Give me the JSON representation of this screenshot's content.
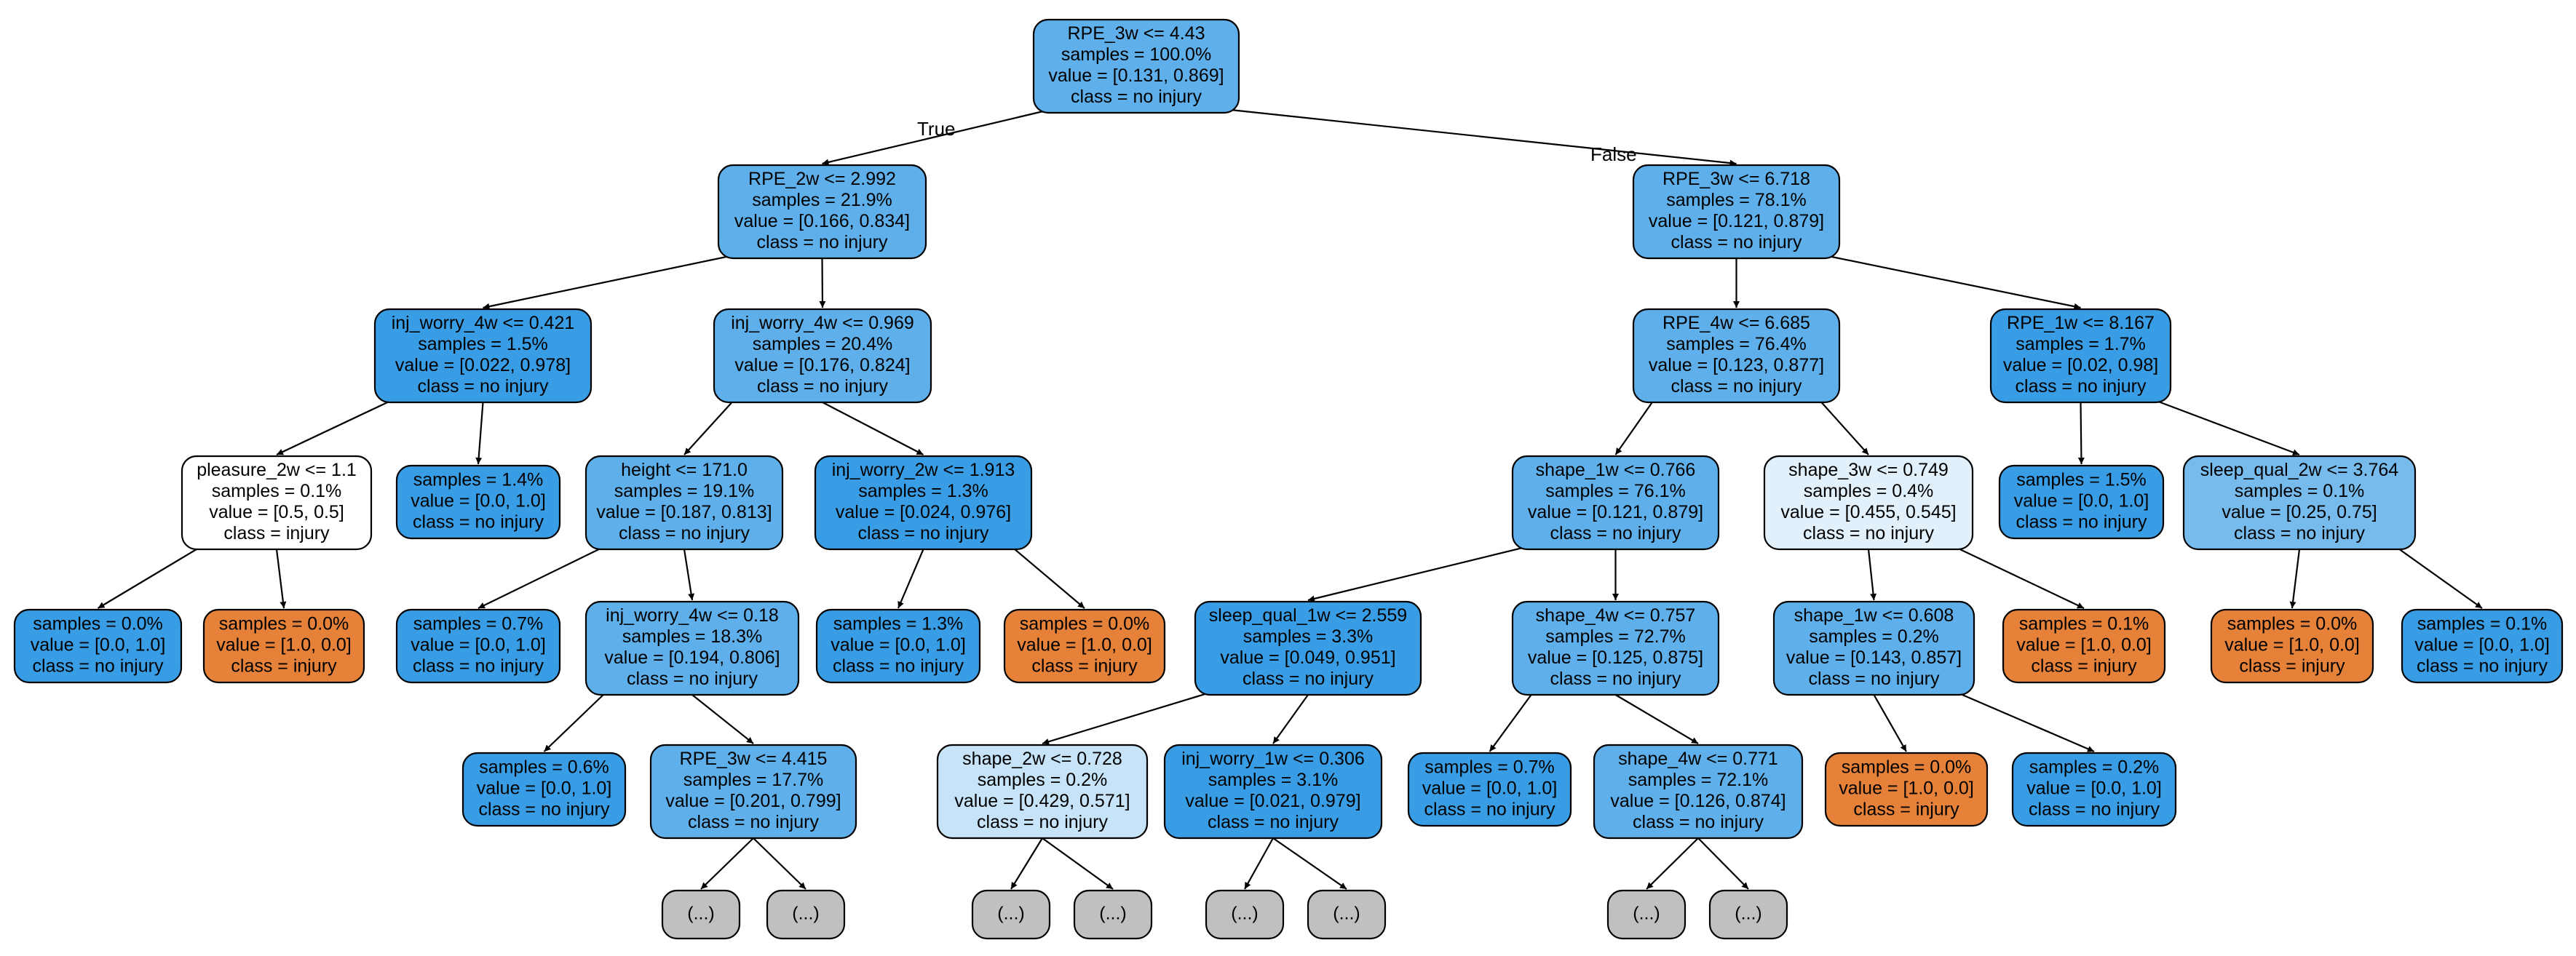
{
  "colors": {
    "no_injury_strong": "#399de5",
    "no_injury_mid": "#5eafea",
    "no_injury_light": "#77bbed",
    "no_injury_pale": "#c6e3f7",
    "no_injury_faint": "#e1f0fb",
    "injury": "#e58139",
    "neutral": "#ffffff",
    "truncated": "#c0c0c0"
  },
  "edge_labels": {
    "true_label": "True",
    "false_label": "False"
  },
  "nodes": [
    {
      "id": "n0",
      "lines": [
        "RPE_3w <= 4.43",
        "samples = 100.0%",
        "value = [0.131, 0.869]",
        "class = no injury"
      ],
      "fill": "no_injury_mid"
    },
    {
      "id": "n1",
      "lines": [
        "RPE_2w <= 2.992",
        "samples = 21.9%",
        "value = [0.166, 0.834]",
        "class = no injury"
      ],
      "fill": "no_injury_mid"
    },
    {
      "id": "n2",
      "lines": [
        "RPE_3w <= 6.718",
        "samples = 78.1%",
        "value = [0.121, 0.879]",
        "class = no injury"
      ],
      "fill": "no_injury_mid"
    },
    {
      "id": "n3",
      "lines": [
        "inj_worry_4w <= 0.421",
        "samples = 1.5%",
        "value = [0.022, 0.978]",
        "class = no injury"
      ],
      "fill": "no_injury_strong"
    },
    {
      "id": "n4",
      "lines": [
        "inj_worry_4w <= 0.969",
        "samples = 20.4%",
        "value = [0.176, 0.824]",
        "class = no injury"
      ],
      "fill": "no_injury_mid"
    },
    {
      "id": "n5",
      "lines": [
        "RPE_4w <= 6.685",
        "samples = 76.4%",
        "value = [0.123, 0.877]",
        "class = no injury"
      ],
      "fill": "no_injury_mid"
    },
    {
      "id": "n6",
      "lines": [
        "RPE_1w <= 8.167",
        "samples = 1.7%",
        "value = [0.02, 0.98]",
        "class = no injury"
      ],
      "fill": "no_injury_strong"
    },
    {
      "id": "n7",
      "lines": [
        "pleasure_2w <= 1.1",
        "samples = 0.1%",
        "value = [0.5, 0.5]",
        "class = injury"
      ],
      "fill": "neutral"
    },
    {
      "id": "n8",
      "lines": [
        "samples = 1.4%",
        "value = [0.0, 1.0]",
        "class = no injury"
      ],
      "fill": "no_injury_strong"
    },
    {
      "id": "n9",
      "lines": [
        "height <= 171.0",
        "samples = 19.1%",
        "value = [0.187, 0.813]",
        "class = no injury"
      ],
      "fill": "no_injury_mid"
    },
    {
      "id": "n10",
      "lines": [
        "inj_worry_2w <= 1.913",
        "samples = 1.3%",
        "value = [0.024, 0.976]",
        "class = no injury"
      ],
      "fill": "no_injury_strong"
    },
    {
      "id": "n11",
      "lines": [
        "shape_1w <= 0.766",
        "samples = 76.1%",
        "value = [0.121, 0.879]",
        "class = no injury"
      ],
      "fill": "no_injury_mid"
    },
    {
      "id": "n12",
      "lines": [
        "shape_3w <= 0.749",
        "samples = 0.4%",
        "value = [0.455, 0.545]",
        "class = no injury"
      ],
      "fill": "no_injury_faint"
    },
    {
      "id": "n13",
      "lines": [
        "samples = 1.5%",
        "value = [0.0, 1.0]",
        "class = no injury"
      ],
      "fill": "no_injury_strong"
    },
    {
      "id": "n14",
      "lines": [
        "sleep_qual_2w <= 3.764",
        "samples = 0.1%",
        "value = [0.25, 0.75]",
        "class = no injury"
      ],
      "fill": "no_injury_light"
    },
    {
      "id": "n15",
      "lines": [
        "samples = 0.0%",
        "value = [0.0, 1.0]",
        "class = no injury"
      ],
      "fill": "no_injury_strong"
    },
    {
      "id": "n16",
      "lines": [
        "samples = 0.0%",
        "value = [1.0, 0.0]",
        "class = injury"
      ],
      "fill": "injury"
    },
    {
      "id": "n17",
      "lines": [
        "samples = 0.7%",
        "value = [0.0, 1.0]",
        "class = no injury"
      ],
      "fill": "no_injury_strong"
    },
    {
      "id": "n18",
      "lines": [
        "inj_worry_4w <= 0.18",
        "samples = 18.3%",
        "value = [0.194, 0.806]",
        "class = no injury"
      ],
      "fill": "no_injury_mid"
    },
    {
      "id": "n19",
      "lines": [
        "samples = 1.3%",
        "value = [0.0, 1.0]",
        "class = no injury"
      ],
      "fill": "no_injury_strong"
    },
    {
      "id": "n20",
      "lines": [
        "samples = 0.0%",
        "value = [1.0, 0.0]",
        "class = injury"
      ],
      "fill": "injury"
    },
    {
      "id": "n21",
      "lines": [
        "sleep_qual_1w <= 2.559",
        "samples = 3.3%",
        "value = [0.049, 0.951]",
        "class = no injury"
      ],
      "fill": "no_injury_strong"
    },
    {
      "id": "n22",
      "lines": [
        "shape_4w <= 0.757",
        "samples = 72.7%",
        "value = [0.125, 0.875]",
        "class = no injury"
      ],
      "fill": "no_injury_mid"
    },
    {
      "id": "n23",
      "lines": [
        "shape_1w <= 0.608",
        "samples = 0.2%",
        "value = [0.143, 0.857]",
        "class = no injury"
      ],
      "fill": "no_injury_mid"
    },
    {
      "id": "n24",
      "lines": [
        "samples = 0.1%",
        "value = [1.0, 0.0]",
        "class = injury"
      ],
      "fill": "injury"
    },
    {
      "id": "n25",
      "lines": [
        "samples = 0.0%",
        "value = [1.0, 0.0]",
        "class = injury"
      ],
      "fill": "injury"
    },
    {
      "id": "n26",
      "lines": [
        "samples = 0.1%",
        "value = [0.0, 1.0]",
        "class = no injury"
      ],
      "fill": "no_injury_strong"
    },
    {
      "id": "n27",
      "lines": [
        "samples = 0.6%",
        "value = [0.0, 1.0]",
        "class = no injury"
      ],
      "fill": "no_injury_strong"
    },
    {
      "id": "n28",
      "lines": [
        "RPE_3w <= 4.415",
        "samples = 17.7%",
        "value = [0.201, 0.799]",
        "class = no injury"
      ],
      "fill": "no_injury_mid"
    },
    {
      "id": "n29",
      "lines": [
        "shape_2w <= 0.728",
        "samples = 0.2%",
        "value = [0.429, 0.571]",
        "class = no injury"
      ],
      "fill": "no_injury_pale"
    },
    {
      "id": "n30",
      "lines": [
        "inj_worry_1w <= 0.306",
        "samples = 3.1%",
        "value = [0.021, 0.979]",
        "class = no injury"
      ],
      "fill": "no_injury_strong"
    },
    {
      "id": "n31",
      "lines": [
        "samples = 0.7%",
        "value = [0.0, 1.0]",
        "class = no injury"
      ],
      "fill": "no_injury_strong"
    },
    {
      "id": "n32",
      "lines": [
        "shape_4w <= 0.771",
        "samples = 72.1%",
        "value = [0.126, 0.874]",
        "class = no injury"
      ],
      "fill": "no_injury_mid"
    },
    {
      "id": "n33",
      "lines": [
        "samples = 0.0%",
        "value = [1.0, 0.0]",
        "class = injury"
      ],
      "fill": "injury"
    },
    {
      "id": "n34",
      "lines": [
        "samples = 0.2%",
        "value = [0.0, 1.0]",
        "class = no injury"
      ],
      "fill": "no_injury_strong"
    },
    {
      "id": "t1",
      "lines": [
        "(...)"
      ],
      "fill": "truncated"
    },
    {
      "id": "t2",
      "lines": [
        "(...)"
      ],
      "fill": "truncated"
    },
    {
      "id": "t3",
      "lines": [
        "(...)"
      ],
      "fill": "truncated"
    },
    {
      "id": "t4",
      "lines": [
        "(...)"
      ],
      "fill": "truncated"
    },
    {
      "id": "t5",
      "lines": [
        "(...)"
      ],
      "fill": "truncated"
    },
    {
      "id": "t6",
      "lines": [
        "(...)"
      ],
      "fill": "truncated"
    },
    {
      "id": "t7",
      "lines": [
        "(...)"
      ],
      "fill": "truncated"
    },
    {
      "id": "t8",
      "lines": [
        "(...)"
      ],
      "fill": "truncated"
    }
  ],
  "edges": [
    [
      "n0",
      "n1"
    ],
    [
      "n0",
      "n2"
    ],
    [
      "n1",
      "n3"
    ],
    [
      "n1",
      "n4"
    ],
    [
      "n2",
      "n5"
    ],
    [
      "n2",
      "n6"
    ],
    [
      "n3",
      "n7"
    ],
    [
      "n3",
      "n8"
    ],
    [
      "n4",
      "n9"
    ],
    [
      "n4",
      "n10"
    ],
    [
      "n5",
      "n11"
    ],
    [
      "n5",
      "n12"
    ],
    [
      "n6",
      "n13"
    ],
    [
      "n6",
      "n14"
    ],
    [
      "n7",
      "n15"
    ],
    [
      "n7",
      "n16"
    ],
    [
      "n9",
      "n17"
    ],
    [
      "n9",
      "n18"
    ],
    [
      "n10",
      "n19"
    ],
    [
      "n10",
      "n20"
    ],
    [
      "n11",
      "n21"
    ],
    [
      "n11",
      "n22"
    ],
    [
      "n12",
      "n23"
    ],
    [
      "n12",
      "n24"
    ],
    [
      "n14",
      "n25"
    ],
    [
      "n14",
      "n26"
    ],
    [
      "n18",
      "n27"
    ],
    [
      "n18",
      "n28"
    ],
    [
      "n21",
      "n29"
    ],
    [
      "n21",
      "n30"
    ],
    [
      "n22",
      "n31"
    ],
    [
      "n22",
      "n32"
    ],
    [
      "n23",
      "n33"
    ],
    [
      "n23",
      "n34"
    ],
    [
      "n28",
      "t1"
    ],
    [
      "n28",
      "t2"
    ],
    [
      "n29",
      "t3"
    ],
    [
      "n29",
      "t4"
    ],
    [
      "n30",
      "t5"
    ],
    [
      "n30",
      "t6"
    ],
    [
      "n32",
      "t7"
    ],
    [
      "n32",
      "t8"
    ]
  ]
}
